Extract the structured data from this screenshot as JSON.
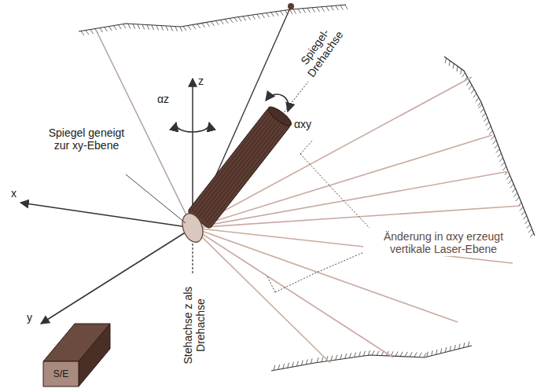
{
  "diagram": {
    "nodes": [
      {
        "text": [
          "S/E"
        ]
      }
    ],
    "labels": [
      "z",
      "αz",
      "Spiegel-Drehachse",
      "αxy",
      "Spiegel geneigt zur xy-Ebene",
      "x",
      "Änderung in αxy erzeugt vertikale Laser-Ebene",
      "y",
      "Stehachse z als Drehachse"
    ]
  }
}
